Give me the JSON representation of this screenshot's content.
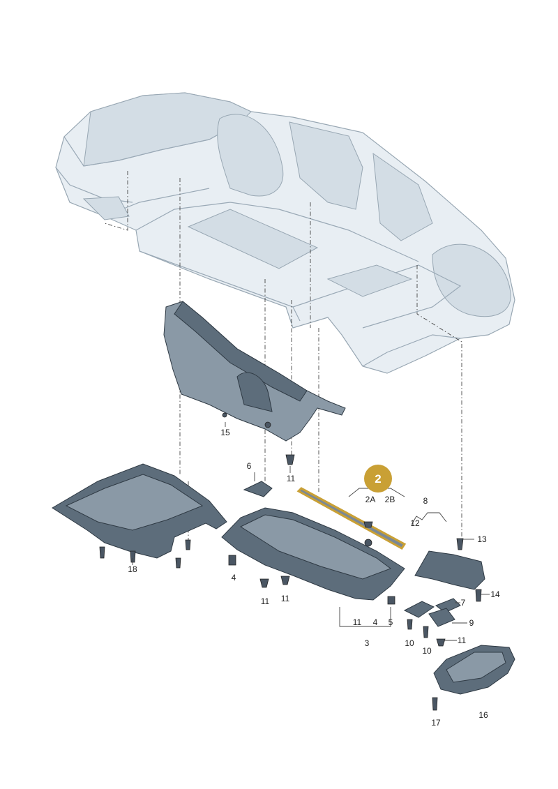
{
  "highlight": {
    "label": "2",
    "color": "#c9a035"
  },
  "callouts": {
    "c15": "15",
    "c6": "6",
    "c11a": "11",
    "c2a": "2A",
    "c2b": "2B",
    "c8": "8",
    "c12": "12",
    "c13": "13",
    "c18": "18",
    "c4": "4",
    "c11b": "11",
    "c11c": "11",
    "c14": "14",
    "c7": "7",
    "c11d": "11",
    "c4b": "4",
    "c5": "5",
    "c9": "9",
    "c3": "3",
    "c10a": "10",
    "c10b": "10",
    "c11e": "11",
    "c16": "16",
    "c17": "17"
  },
  "colors": {
    "part": "#5d6d7b",
    "body": "#e8eef3",
    "highlight": "#c9a035"
  }
}
